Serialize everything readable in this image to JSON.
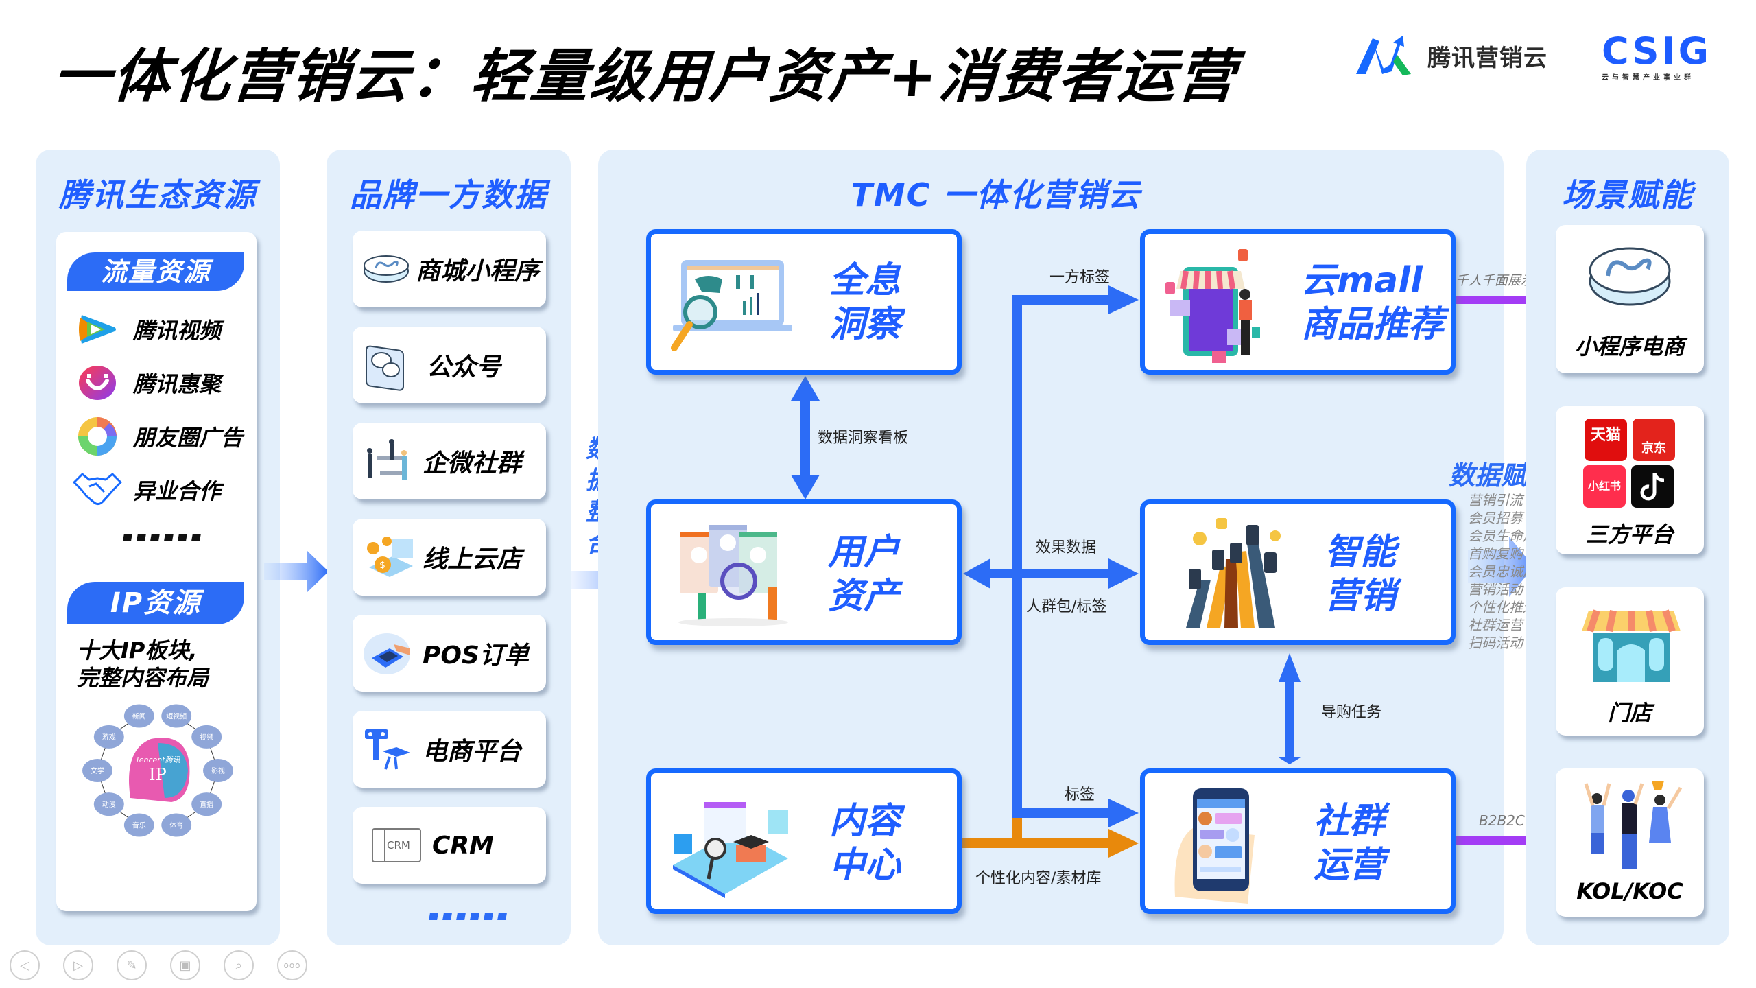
{
  "header": {
    "title": "一体化营销云：轻量级用户资产+消费者运营",
    "logo_tencent_marketing": "腾讯营销云",
    "logo_csig": "CSIG",
    "logo_csig_sub": "云与智慧产业事业群"
  },
  "colors": {
    "accent_blue": "#1f5eff",
    "module_border": "#1669ff",
    "panel_bg": "#e3effb",
    "arrow_blue": "#2c6cf6",
    "arrow_orange": "#e8890c",
    "arrow_purple": "#a33cf5"
  },
  "ecosystem": {
    "title": "腾讯生态资源",
    "traffic": {
      "header": "流量资源",
      "items": [
        {
          "label": "腾讯视频",
          "icon": "tencent-video-icon"
        },
        {
          "label": "腾讯惠聚",
          "icon": "tencent-huiju-icon"
        },
        {
          "label": "朋友圈广告",
          "icon": "moments-ad-icon"
        },
        {
          "label": "异业合作",
          "icon": "handshake-icon"
        }
      ],
      "more": "......"
    },
    "ip": {
      "header": "IP资源",
      "desc_line1": "十大IP板块,",
      "desc_line2": "完整内容布局",
      "center_brand": "Tencent腾讯",
      "center_label": "IP",
      "nodes": [
        "新闻",
        "短视频",
        "视频",
        "影视",
        "直播",
        "体育",
        "音乐",
        "动漫",
        "文学",
        "游戏"
      ]
    }
  },
  "brand_data": {
    "title": "品牌一方数据",
    "items": [
      {
        "label": "商城小程序",
        "icon": "mini-program-icon"
      },
      {
        "label": "公众号",
        "icon": "wechat-official-account-icon"
      },
      {
        "label": "企微社群",
        "icon": "wecom-community-icon"
      },
      {
        "label": "线上云店",
        "icon": "online-store-icon"
      },
      {
        "label": "POS订单",
        "icon": "pos-terminal-icon"
      },
      {
        "label": "电商平台",
        "icon": "ecommerce-platform-icon"
      },
      {
        "label": "CRM",
        "icon": "crm-window-icon",
        "icon_text": "CRM"
      }
    ],
    "more": "......",
    "integration_label": [
      "数",
      "据",
      "整",
      "合"
    ]
  },
  "tmc": {
    "title": "TMC 一体化营销云",
    "modules": {
      "insight": {
        "line1": "全息",
        "line2": "洞察"
      },
      "user_assets": {
        "line1": "用户",
        "line2": "资产"
      },
      "content_center": {
        "line1": "内容",
        "line2": "中心"
      },
      "cloud_mall": {
        "line1": "云mall",
        "line2": "商品推荐"
      },
      "smart_marketing": {
        "line1": "智能",
        "line2": "营销"
      },
      "community_ops": {
        "line1": "社群",
        "line2": "运营"
      }
    },
    "flows": {
      "first_party_tags": "一方标签",
      "data_insight_board": "数据洞察看板",
      "effect_data": "效果数据",
      "audience_tags": "人群包/标签",
      "guide_tasks": "导购任务",
      "tags": "标签",
      "personalized_content": "个性化内容/素材库",
      "personalized_display": "千人千面展示/推荐",
      "b2b2c": "B2B2C"
    },
    "data_enablement": {
      "title": "数据赋能",
      "items": [
        "营销引流",
        "会员招募",
        "会员生命周期管理",
        "首购复购",
        "会员忠诚度管理",
        "营销活动",
        "个性化推送",
        "社群运营",
        "扫码活动"
      ]
    }
  },
  "scenes": {
    "title": "场景赋能",
    "items": [
      {
        "label": "小程序电商",
        "icon": "mini-program-icon"
      },
      {
        "label": "三方平台",
        "icon": "third-party-platforms-icon",
        "sub_icons": [
          "天猫",
          "京东",
          "小红书",
          "抖音"
        ]
      },
      {
        "label": "门店",
        "icon": "storefront-icon"
      },
      {
        "label": "KOL/KOC",
        "icon": "influencers-icon"
      }
    ]
  },
  "nav": {
    "buttons": [
      {
        "name": "prev-slide-button",
        "glyph": "◁"
      },
      {
        "name": "next-slide-button",
        "glyph": "▷"
      },
      {
        "name": "pen-tool-button",
        "glyph": "✎"
      },
      {
        "name": "slide-overview-button",
        "glyph": "▣"
      },
      {
        "name": "zoom-button",
        "glyph": "⌕"
      },
      {
        "name": "more-options-button",
        "glyph": "ooo"
      }
    ]
  }
}
